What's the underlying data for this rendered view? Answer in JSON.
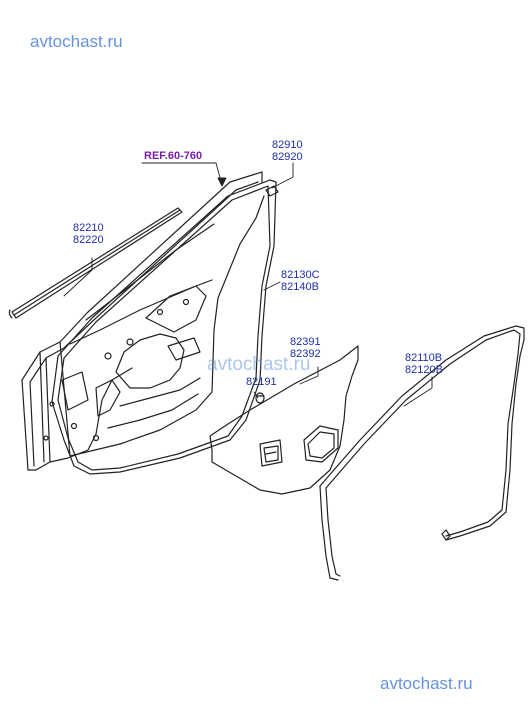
{
  "watermarks": {
    "top": "avtochast.ru",
    "middle": "avtochast.ru",
    "bottom": "avtochast.ru"
  },
  "reference": "REF.60-760",
  "callouts": {
    "window_channel": {
      "line1": "82210",
      "line2": "82220"
    },
    "clip": {
      "line1": "82910",
      "line2": "82920"
    },
    "door_seal": {
      "line1": "82130C",
      "line2": "82140B"
    },
    "trim_panel": {
      "line1": "82391",
      "line2": "82392"
    },
    "plug": {
      "line1": "82191"
    },
    "opening_seal": {
      "line1": "82110B",
      "line2": "82120B"
    }
  },
  "colors": {
    "label": "#1f2fa8",
    "reference": "#7a1fa8",
    "watermark": "#4a7fd6",
    "line": "#222222"
  }
}
